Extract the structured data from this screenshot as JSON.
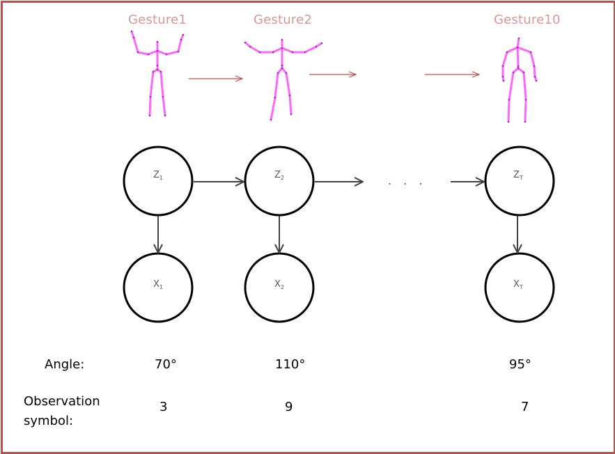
{
  "gestures": [
    {
      "label": "Gesture1"
    },
    {
      "label": "Gesture2"
    },
    {
      "label": "Gesture10"
    }
  ],
  "colors": {
    "border": "#c0504d",
    "gesture_label": "#d99694",
    "skeleton": "#ff66ff",
    "joint": "#9933aa",
    "gesture_arrow": "#c0504d",
    "node_stroke": "#000000",
    "edge": "#404040"
  },
  "hidden_states": [
    {
      "symbol": "Z",
      "subscript": "1"
    },
    {
      "symbol": "Z",
      "subscript": "2"
    },
    {
      "symbol": "Z",
      "subscript": "T"
    }
  ],
  "observations": [
    {
      "symbol": "X",
      "subscript": "1"
    },
    {
      "symbol": "X",
      "subscript": "2"
    },
    {
      "symbol": "X",
      "subscript": "T"
    }
  ],
  "ellipsis": ". . .",
  "rows": {
    "angle_label": "Angle:",
    "observation_label_line1": "Observation",
    "observation_label_line2": "symbol:"
  },
  "values": {
    "angles": [
      "70°",
      "110°",
      "95°"
    ],
    "symbols": [
      "3",
      "9",
      "7"
    ]
  }
}
